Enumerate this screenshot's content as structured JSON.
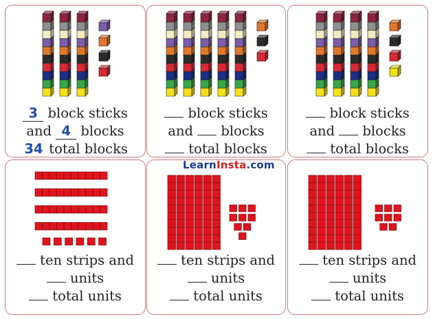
{
  "cards": [
    {
      "kind": "sticks",
      "sticks": 3,
      "loose_cubes": [
        "purple",
        "orange",
        "black",
        "red"
      ],
      "lines": [
        {
          "answer": "3",
          "text": " block sticks"
        },
        {
          "prefix": "and ",
          "answer": "4",
          "text": " blocks"
        },
        {
          "answer": "34",
          "text": " total blocks"
        }
      ]
    },
    {
      "kind": "sticks",
      "sticks": 5,
      "loose_cubes": [
        "orange",
        "black",
        "red"
      ],
      "lines": [
        {
          "answer": "",
          "text": " block sticks"
        },
        {
          "prefix": "and ",
          "answer": "",
          "text": " blocks"
        },
        {
          "answer": "",
          "text": " total blocks"
        }
      ]
    },
    {
      "kind": "sticks",
      "sticks": 4,
      "loose_cubes": [
        "orange",
        "black",
        "red",
        "yellow"
      ],
      "lines": [
        {
          "answer": "",
          "text": " block sticks"
        },
        {
          "prefix": "and ",
          "answer": "",
          "text": " blocks"
        },
        {
          "answer": "",
          "text": " total blocks"
        }
      ]
    },
    {
      "kind": "horizontal",
      "strips": 4,
      "units": 6,
      "lines": [
        {
          "answer": "",
          "text": " ten strips and"
        },
        {
          "answer": "",
          "text": " units"
        },
        {
          "answer": "",
          "text": " total units"
        }
      ]
    },
    {
      "kind": "vertical",
      "strips": 6,
      "units": 8,
      "unit_rows": [
        3,
        3,
        2,
        1
      ],
      "lines": [
        {
          "answer": "",
          "text": " ten strips and"
        },
        {
          "answer": "",
          "text": " units"
        },
        {
          "answer": "",
          "text": " total units"
        }
      ]
    },
    {
      "kind": "vertical",
      "strips": 6,
      "units": 8,
      "unit_rows": [
        3,
        3,
        2
      ],
      "lines": [
        {
          "answer": "",
          "text": " ten strips and"
        },
        {
          "answer": "",
          "text": " units"
        },
        {
          "answer": "",
          "text": " total units"
        }
      ]
    }
  ],
  "watermark": {
    "part1": "Learn",
    "part2": "Insta",
    "part3": ".com"
  },
  "colors": {
    "purple": "#7b5ea8",
    "orange": "#e0782a",
    "black": "#2b2b2b",
    "red": "#d62a35",
    "yellow": "#f4e11b",
    "maroon": "#8e2540",
    "gray": "#8f8f8f",
    "cream": "#f3ecc2",
    "navy": "#1d2f86",
    "green": "#3aa649",
    "unit_red": "#e0141e",
    "card_border": "#c9787b"
  },
  "stick_order": [
    "maroon",
    "gray",
    "cream",
    "purple",
    "orange",
    "black",
    "red",
    "navy",
    "green",
    "yellow"
  ]
}
